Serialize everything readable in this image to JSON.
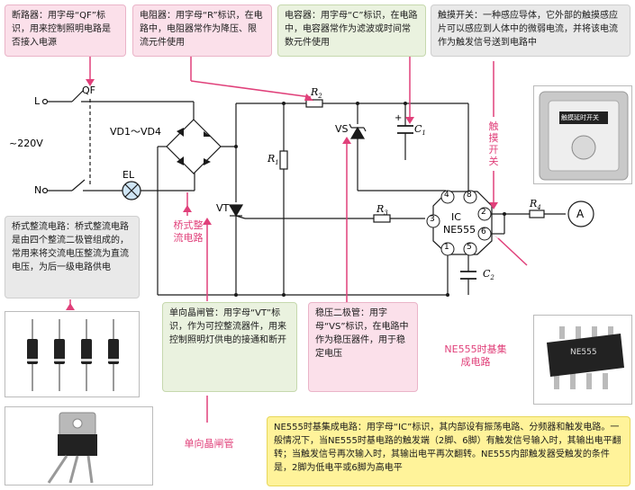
{
  "circuit": {
    "L": "L",
    "N": "N",
    "QF": "QF",
    "voltage": "~220V",
    "bridge": "VD1～VD4",
    "EL": "EL",
    "R1": "R",
    "R1_sub": "1",
    "R2": "R",
    "R2_sub": "2",
    "R3": "R",
    "R3_sub": "3",
    "R4": "R",
    "R4_sub": "4",
    "VS": "VS",
    "C1": "C",
    "C1_sub": "1",
    "C2": "C",
    "C2_sub": "2",
    "VT": "VT",
    "IC": "IC",
    "NE555": "NE555",
    "pins": [
      "4",
      "8",
      "3",
      "2",
      "6",
      "1",
      "5"
    ],
    "A": "A",
    "plus": "+"
  },
  "annotations": {
    "breaker": "断路器：用字母“QF”标识，用来控制照明电路是否接入电源",
    "resistor": "电阻器：用字母“R”标识，在电路中，电阻器常作为降压、限流元件使用",
    "capacitor": "电容器：用字母“C”标识，在电路中，电容器常作为滤波或时间常数元件使用",
    "touch": "触摸开关：一种感应导体，它外部的触摸感应片可以感应到人体中的微弱电流，并将该电流作为触发信号送到电路中",
    "bridge": "桥式整流电路：桥式整流电路是由四个整流二极管组成的，常用来将交流电压整流为直流电压，为后一级电路供电",
    "scr": "单向晶闸管：用字母“VT”标识，作为可控整流器件，用来控制照明灯供电的接通和断开",
    "zener": "稳压二极管：用字母“VS”标识，在电路中作为稳压器件，用于稳定电压",
    "ic": "NE555时基集成电路：用字母“IC”标识，其内部设有振荡电路、分频器和触发电路。一般情况下，当NE555时基电路的触发端（2脚、6脚）有触发信号输入时，其输出电平翻转；当触发信号再次输入时，其输出电平再次翻转。NE555内部触发器受触发的条件是，2脚为低电平或6脚为高电平"
  },
  "labels": {
    "bridge_rect": "桥式整流电路",
    "touch_switch": "触摸开关",
    "ne555": "NE555时基集成电路",
    "scr_photo": "单向晶闸管",
    "touch_plate": "触摸延时开关",
    "chip_text": "NE555"
  },
  "colors": {
    "accent": "#e0407a",
    "wire": "#1a1a1a"
  }
}
